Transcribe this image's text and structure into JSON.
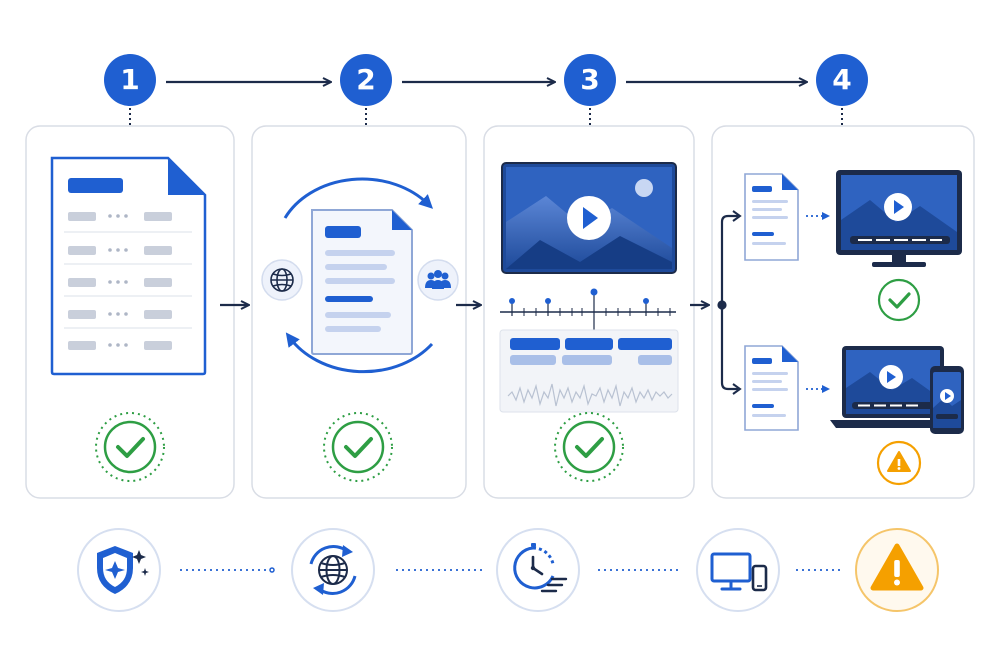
{
  "steps": [
    {
      "number": "1",
      "name": "source-script"
    },
    {
      "number": "2",
      "name": "translate-review"
    },
    {
      "number": "3",
      "name": "timed-subtitles"
    },
    {
      "number": "4",
      "name": "device-delivery"
    }
  ],
  "status": {
    "step1": "check-circle-icon",
    "step2": "check-circle-icon",
    "step3": "check-circle-icon",
    "step4_tv": "check-circle-icon",
    "step4_mobile": "warning-triangle-icon"
  },
  "bottom_icons": [
    "shield-sparkle-icon",
    "globe-sync-icon",
    "fast-clock-icon",
    "devices-icon",
    "warning-icon"
  ],
  "colors": {
    "primary": "#1f5fd1",
    "navy": "#1c2b4a",
    "success": "#2e9e44",
    "warning": "#f5a000",
    "card_border": "#d9dde5"
  }
}
